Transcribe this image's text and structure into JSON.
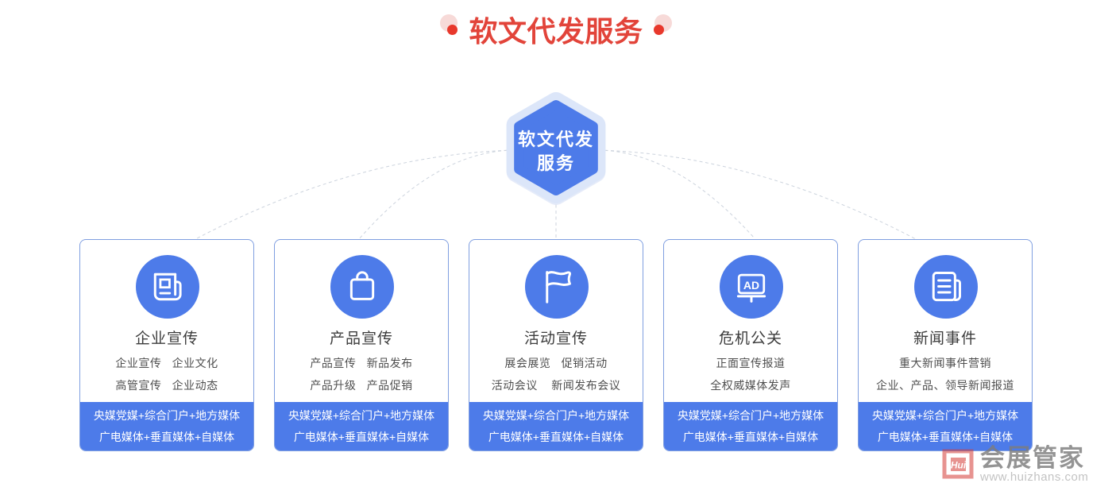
{
  "page": {
    "background": "#ffffff"
  },
  "title": {
    "text": "软文代发服务",
    "color": "#e2443a",
    "dot_red": "#e8382c",
    "dot_pink": "#f7dad8"
  },
  "hexagon": {
    "line1": "软文代发",
    "line2": "服务",
    "fill": "#4d7be9",
    "halo": "#dce6f9",
    "text_color": "#ffffff"
  },
  "connectors": {
    "color": "#ccd3dd",
    "style": "dashed"
  },
  "colors": {
    "blue": "#4d7be9",
    "card_border": "#7f9ee0",
    "card_title_text": "#3c3c3c",
    "card_desc_text": "#4f4f4f",
    "footer_text": "#ffffff"
  },
  "cards": [
    {
      "icon": "newspaper",
      "title": "企业宣传",
      "desc_line1": "企业宣传   企业文化",
      "desc_line2": "高管宣传   企业动态",
      "footer_line1": "央媒党媒+综合门户+地方媒体",
      "footer_line2": "广电媒体+垂直媒体+自媒体"
    },
    {
      "icon": "shopping-bag",
      "title": "产品宣传",
      "desc_line1": "产品宣传   新品发布",
      "desc_line2": "产品升级   产品促销",
      "footer_line1": "央媒党媒+综合门户+地方媒体",
      "footer_line2": "广电媒体+垂直媒体+自媒体"
    },
    {
      "icon": "flag",
      "title": "活动宣传",
      "desc_line1": "展会展览   促销活动",
      "desc_line2": "活动会议    新闻发布会议",
      "footer_line1": "央媒党媒+综合门户+地方媒体",
      "footer_line2": "广电媒体+垂直媒体+自媒体"
    },
    {
      "icon": "ad-board",
      "title": "危机公关",
      "desc_line1": "正面宣传报道",
      "desc_line2": "全权威媒体发声",
      "footer_line1": "央媒党媒+综合门户+地方媒体",
      "footer_line2": "广电媒体+垂直媒体+自媒体"
    },
    {
      "icon": "news-pages",
      "title": "新闻事件",
      "desc_line1": "重大新闻事件营销",
      "desc_line2": "企业、产品、领导新闻报道",
      "footer_line1": "央媒党媒+综合门户+地方媒体",
      "footer_line2": "广电媒体+垂直媒体+自媒体"
    }
  ],
  "watermark": {
    "name": "会展管家",
    "url": "www.huizhans.com",
    "logo_text": "Hui"
  }
}
